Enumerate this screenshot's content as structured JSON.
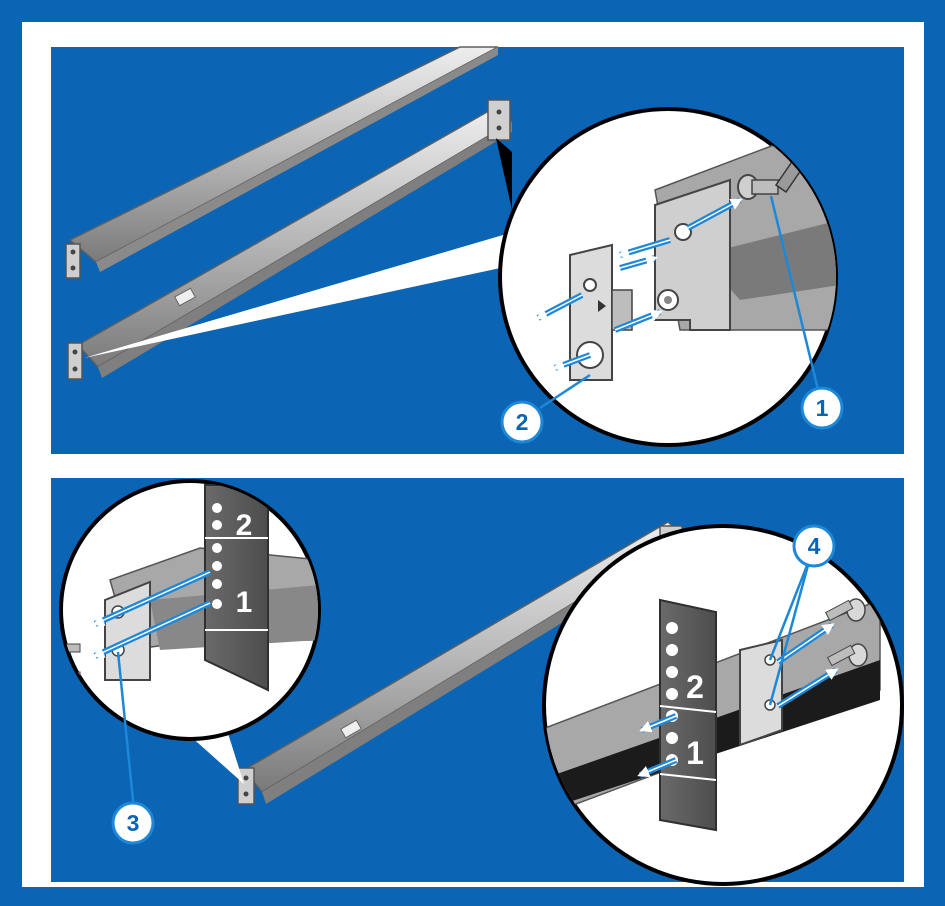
{
  "colors": {
    "page_blue": "#0b64b4",
    "frame_white": "#ffffff",
    "arrow_blue": "#1e88d8",
    "rail_light": "#d6d6d6",
    "rail_mid": "#a9a9a9",
    "rail_dark": "#6f6f6f",
    "post_dark": "#5b5b5b"
  },
  "panels": [
    {
      "name": "remove-shipping-screw-and-adapter",
      "callouts": [
        "1",
        "2"
      ]
    },
    {
      "name": "install-rail-ends-in-rack",
      "callouts": [
        "3",
        "4"
      ]
    }
  ],
  "callouts": {
    "c1": "1",
    "c2": "2",
    "c3": "3",
    "c4": "4"
  },
  "rack_numbers": {
    "left_top": "2",
    "left_bottom": "1",
    "right_top": "2",
    "right_bottom": "1"
  },
  "icons": [
    "screwdriver-icon",
    "screw-icon",
    "rail-icon",
    "rack-post-icon",
    "arrow-icon"
  ]
}
